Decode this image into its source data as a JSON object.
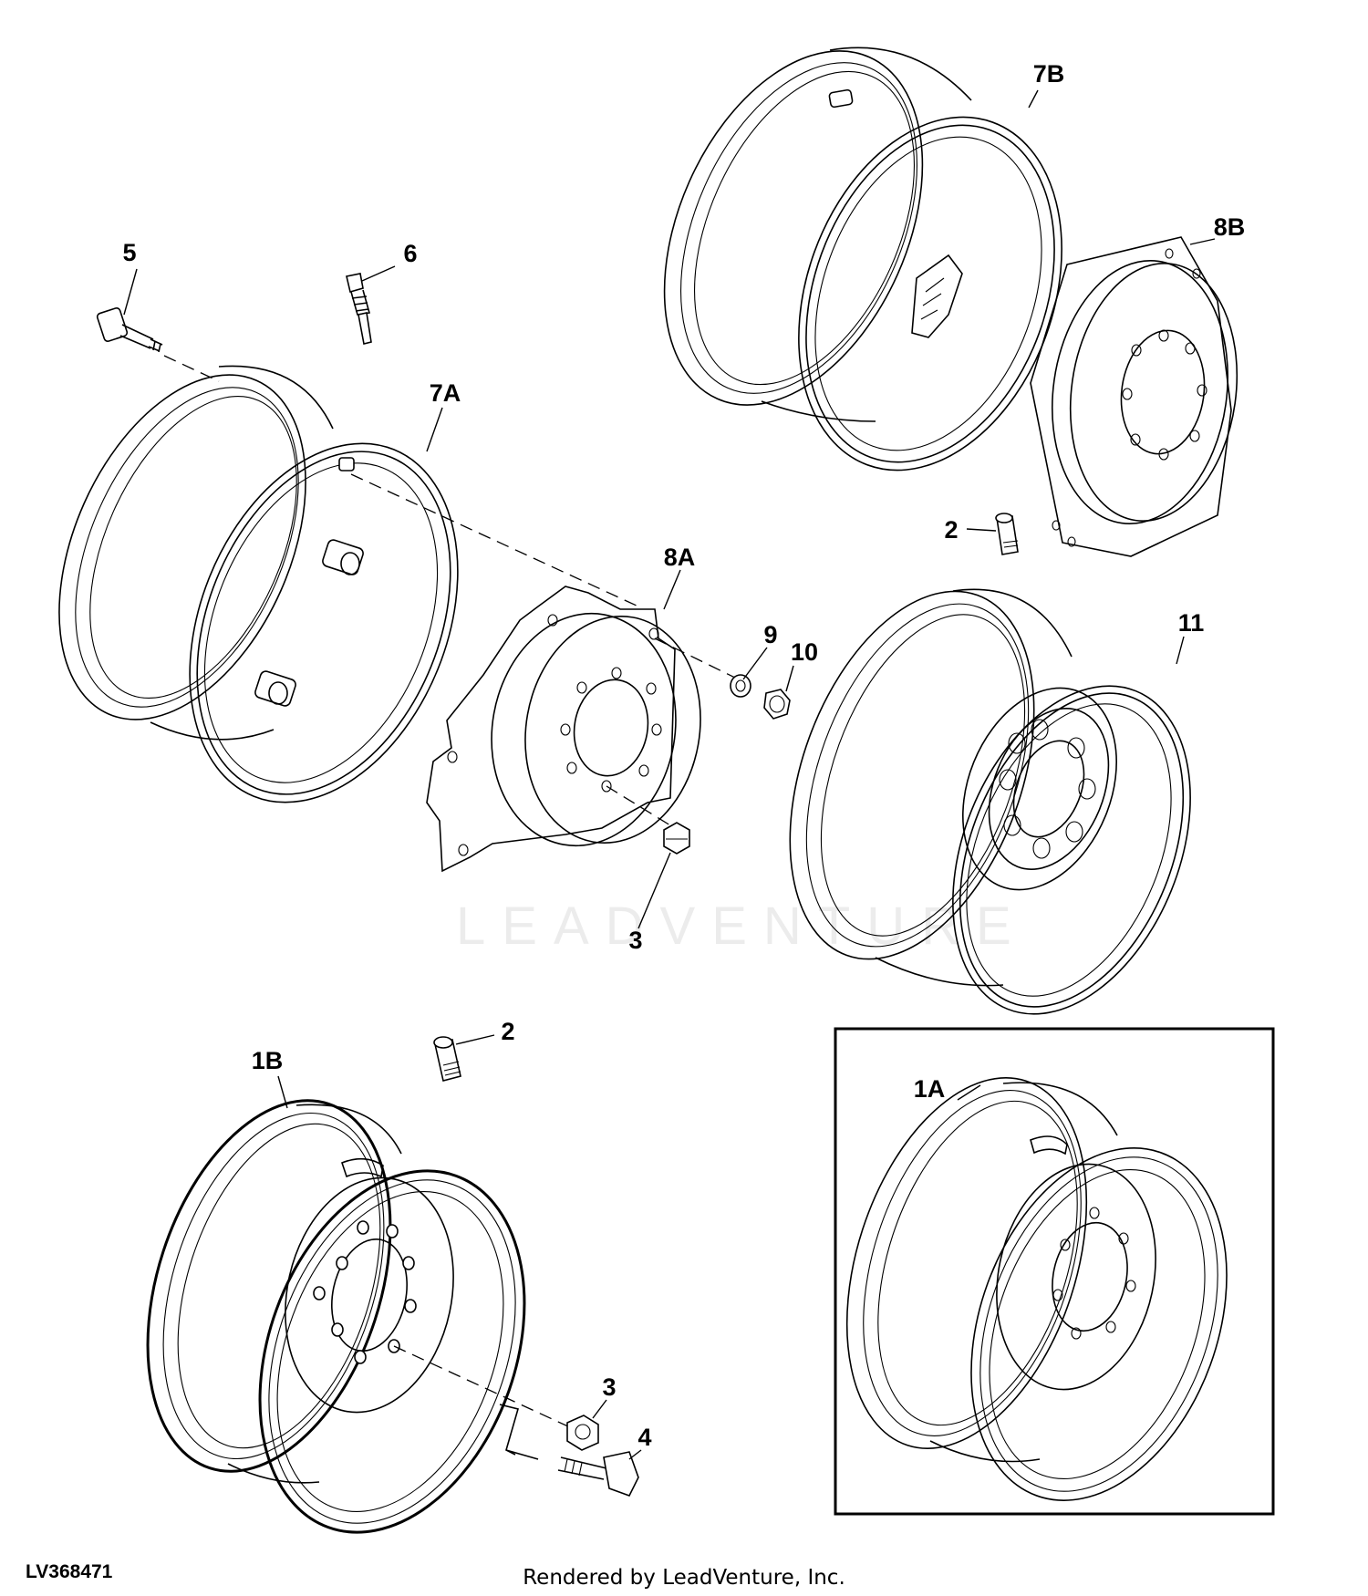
{
  "watermark": "LEADVENTURE",
  "footer": {
    "diagram_id": "LV368471",
    "credit": "Rendered by LeadVenture, Inc."
  },
  "callouts": {
    "c5": "5",
    "c6": "6",
    "c7A": "7A",
    "c7B": "7B",
    "c8A": "8A",
    "c8B": "8B",
    "c9": "9",
    "c10": "10",
    "c11": "11",
    "c2_top": "2",
    "c3_mid": "3",
    "c2_bottom": "2",
    "c1B": "1B",
    "c1A": "1A",
    "c3_bottom": "3",
    "c4": "4"
  }
}
